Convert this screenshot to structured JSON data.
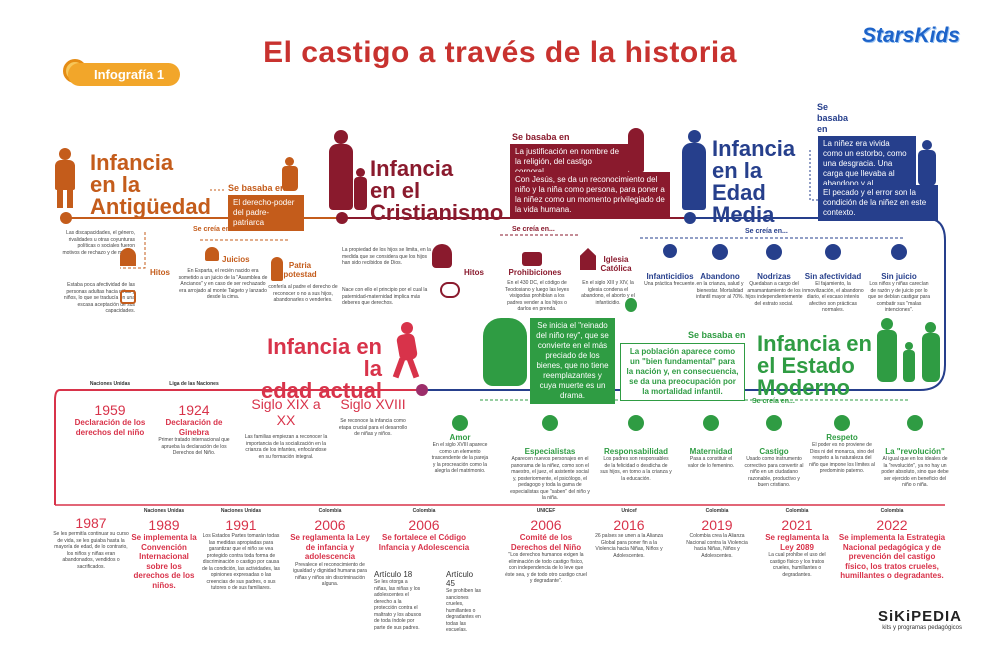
{
  "header": {
    "title": "El castigo a través de la historia",
    "logo": "StarsKids",
    "badge": "Infografía 1"
  },
  "colors": {
    "antiguedad": "#c45c1b",
    "cristianismo": "#8a1a2d",
    "medieval": "#263f8c",
    "moderno": "#2f9c43",
    "actual": "#d8334a"
  },
  "icons": [
    "disc-icon",
    "child-figure-icon",
    "family-figure-icon",
    "mother-child-icon",
    "hands-icon",
    "tombstone-icon",
    "crib-icon",
    "church-icon"
  ],
  "antiguedad": {
    "title_l1": "Infancia",
    "title_l2": "en la",
    "title_l3": "Antigüedad",
    "se_basaba": "Se basaba en",
    "box": "El derecho-poder del padre-patriarca",
    "se_creia": "Se creía en...",
    "left_text": "Las discapacidades, el género, rivalidades u otras coyunturas políticas o sociales fueron motivos de rechazo y de muerte.",
    "left_text2": "Estaba poca afectividad de las personas adultas hacia niñas y niños, lo que se traducía en una escasa aceptación de sus capacidades.",
    "hitos": "Hitos",
    "juicios_title": "Juicios",
    "juicios_text": "En Esparta, el recién nacido era sometido a un juicio de la \"Asamblea de Ancianos\" y en caso de ser rechazado era arrojado al monte Taigeto y lanzado desde la cima.",
    "patria_title": "Patria potestad",
    "patria_text": "confería al padre el derecho de reconocer o no a sus hijos, abandonarles o venderles."
  },
  "cristianismo": {
    "title_l1": "Infancia",
    "title_l2": "en el",
    "title_l3": "Cristianismo",
    "se_basaba": "Se basaba en",
    "box1": "La justificación en nombre de la religión, del castigo corporal.",
    "box2": "Con Jesús, se da un reconocimiento del niño y la niña como persona, para poner a la niñez como un momento privilegiado de la vida humana.",
    "text1": "La propiedad de los hijos se limita, en la medida que se considera que los hijos han sido recibidos de Dios.",
    "text2": "Nace con ello el principio por el cual la paternidad-maternidad implica más deberes que derechos.",
    "hitos": "Hitos",
    "se_creia": "Se creía en...",
    "prohib_title": "Prohibiciones",
    "prohib_text": "En el 430 DC, el código de Teodosiano y luego las leyes visigodas prohibían a los padres vender a los hijos o darlos en prenda.",
    "iglesia_title": "Iglesia Católica",
    "iglesia_text": "En el siglo XIII y XIV, la iglesia condena el abandono, el aborto y el infanticidio."
  },
  "medieval": {
    "title_l1": "Infancia",
    "title_l2": "en la",
    "title_l3": "Edad",
    "title_l4": "Media",
    "se_basaba": "Se basaba en",
    "box1": "La niñez era vivida como un estorbo, como una desgracia. Una carga que llevaba al abandono y al infanticidio.",
    "box2": "El pecado y el error son la condición de la niñez en este contexto.",
    "se_creia": "Se creía en...",
    "items": [
      {
        "title": "Infanticidios",
        "text": "Una práctica frecuente."
      },
      {
        "title": "Abandono",
        "text": "en la crianza, salud y bienestar. Mortalidad infantil mayor al 70%."
      },
      {
        "title": "Nodrizas",
        "text": "Quedaban a cargo del amamantamiento de los hijos independientemente del estrato social."
      },
      {
        "title": "Sin afectividad",
        "text": "El fajamiento, la inmovilización, el abandono diario, el escaso interés afectivo son prácticas normales."
      },
      {
        "title": "Sin juicio",
        "text": "Los niños y niñas carecían de razón y de juicio por lo que se debían castigar para combatir sus \"malas intenciones\"."
      }
    ]
  },
  "moderno": {
    "title_l1": "Infancia en",
    "title_l2": "el Estado",
    "title_l3": "Moderno",
    "se_basaba": "Se basaba en",
    "box_green": "Se inicia el \"reinado del niño rey\", que se convierte en el más preciado de los bienes, que no tiene reemplazantes y cuya muerte es un drama.",
    "box_white": "La población aparece como un \"bien fundamental\" para la nación y, en consecuencia, se da una preocupación por la mortalidad infantil.",
    "se_creia": "Se creía en...",
    "items": [
      {
        "title": "Amor",
        "text": "En el siglo XVIII aparece como un elemento trascendente de la pareja y la procreación como la alegría del matrimonio."
      },
      {
        "title": "Especialistas",
        "text": "Aparecen nuevos personajes en el panorama de la niñez, como son el maestro, el juez, el asistente social y, posteriormente, el psicólogo, el pedagogo y toda la gama de especialistas que \"saben\" del niño y la niña."
      },
      {
        "title": "Responsabilidad",
        "text": "Los padres son responsables de la felicidad o desdicha de sus hijos, en torno a la crianza y la educación."
      },
      {
        "title": "Maternidad",
        "text": "Pasa a constituir el valor de lo femenino."
      },
      {
        "title": "Castigo",
        "text": "Usado como instrumento correctivo para convertir al niño en un ciudadano razonable, productivo y buen cristiano."
      },
      {
        "title": "Respeto",
        "text": "El poder es no proviene de Dios ni del monarca, sino del respeto a la naturaleza del niño que impone los límites al predominio paterno."
      },
      {
        "title": "La \"revolución\"",
        "text": "Al igual que en los ideales de la \"revolución\", ya no hay un poder absoluto, sino que debe ser ejercido en beneficio del niño o niña."
      }
    ]
  },
  "actual": {
    "title_l1": "Infancia en la",
    "title_l2": "edad actual",
    "upper": [
      {
        "source": "Naciones Unidas",
        "year": "1959",
        "sub": "Declaración de los derechos del niño",
        "text": ""
      },
      {
        "source": "Liga de las Naciones",
        "year": "1924",
        "sub": "Declaración de Ginebra",
        "text": "Primer tratado internacional que aprueba la declaración de los Derechos del Niño."
      },
      {
        "source": "",
        "year": "Siglo XIX a XX",
        "sub": "",
        "text": "Las familias empiezan a reconocer la importancia de la socialización en la crianza de los infantes, enfocándose en su formación integral."
      },
      {
        "source": "",
        "year": "Siglo XVIII",
        "sub": "",
        "text": "Se reconoce la infancia como etapa crucial para el desarrollo de niñas y niños."
      }
    ],
    "lower": [
      {
        "source": "",
        "year": "1987",
        "sub": "",
        "text": "Se les permitía continuar su curso de vida, se les guiaba hasta la mayoría de edad, de lo contrario, los niños y niñas eran abandonados, vendidos o sacrificados."
      },
      {
        "source": "Naciones Unidas",
        "year": "1989",
        "sub": "Se implementa la Convención Internacional sobre los derechos de los niños.",
        "text": ""
      },
      {
        "source": "Naciones Unidas",
        "year": "1991",
        "sub": "",
        "text": "Los Estados Partes tomarán todas las medidas apropiadas para garantizar que el niño se vea protegido contra toda forma de discriminación o castigo por causa de la condición, las actividades, las opiniones expresadas o las creencias de sus padres, o sus tutores o de sus familiares."
      },
      {
        "source": "Colombia",
        "year": "2006",
        "sub": "Se reglamenta la Ley de infancia y adolescencia",
        "text": "Prevalece el reconocimiento de igualdad y dignidad humana para niñas y niños sin discriminación alguna."
      },
      {
        "source": "Colombia",
        "year": "2006",
        "sub": "Se fortalece el Código Infancia y Adolescencia",
        "art18": "Artículo 18",
        "art18_text": "Se les otorga a niñas, las niñas y los adolescentes el derecho a la protección contra el maltrato y los abusos de toda índole por parte de sus padres.",
        "art45": "Artículo 45",
        "art45_text": "Se prohíben las sanciones crueles, humillantes o degradantes en todas las escuelas."
      },
      {
        "source": "UNICEF",
        "year": "2006",
        "sub": "Comité de los Derechos del Niño",
        "text": "\"Los derechos humanos exigen la eliminación de todo castigo físico, con independencia de lo leve que éste sea, y de todo otro castigo cruel y degradante\"."
      },
      {
        "source": "Unicef",
        "year": "2016",
        "sub": "",
        "text": "26 países se unen a la Alianza Global para poner fin a la Violencia hacia Niñas, Niños y Adolescentes."
      },
      {
        "source": "Colombia",
        "year": "2019",
        "sub": "",
        "text": "Colombia crea la Alianza Nacional contra la Violencia hacia Niñas, Niños y Adolescentes."
      },
      {
        "source": "Colombia",
        "year": "2021",
        "sub": "Se reglamenta la Ley 2089",
        "text": "La cual prohíbe el uso del castigo físico y los tratos crueles, humillantes o degradantes."
      },
      {
        "source": "Colombia",
        "year": "2022",
        "sub": "Se implementa la Estrategia Nacional pedagógica y de prevención del castigo físico, los tratos crueles, humillantes o degradantes.",
        "text": ""
      }
    ]
  },
  "footer": {
    "brand": "SiKiPEDIA",
    "tagline": "kits y programas pedagógicos"
  }
}
